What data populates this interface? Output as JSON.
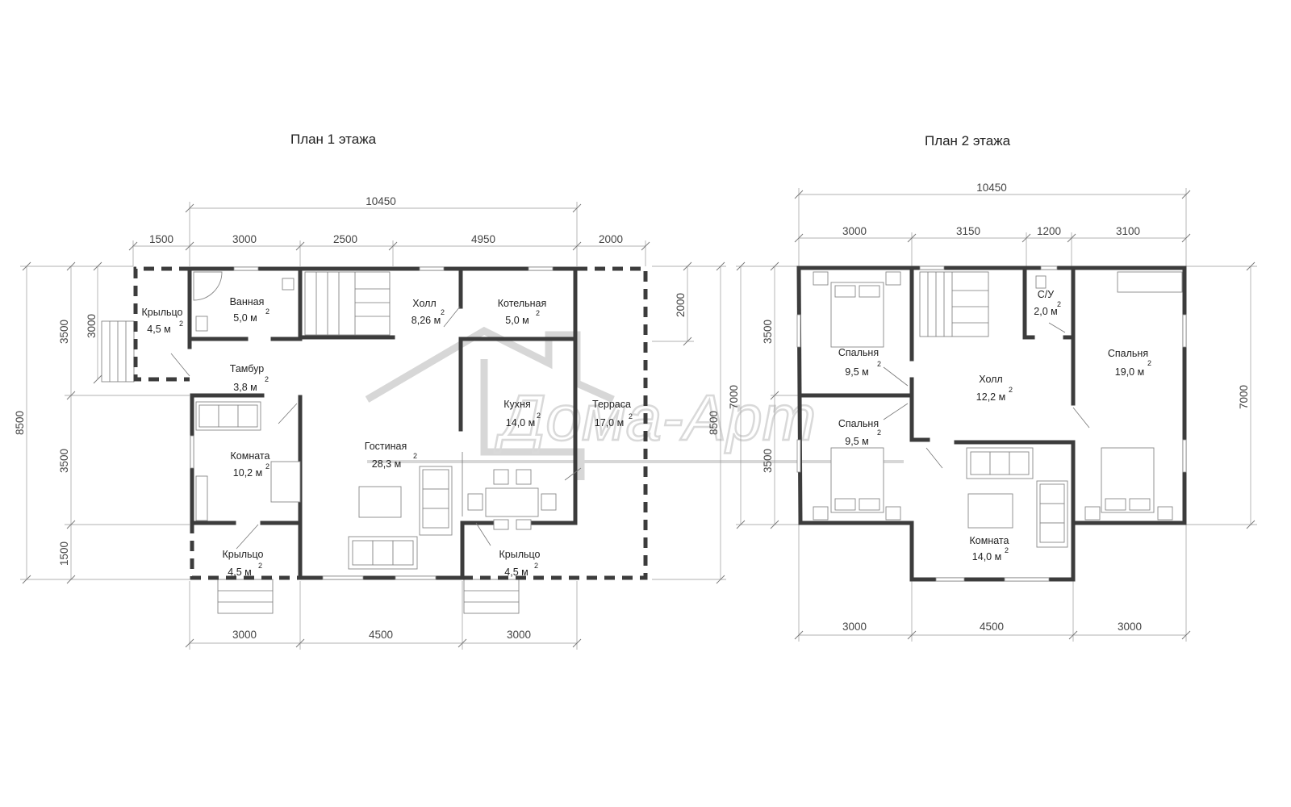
{
  "plan1": {
    "title": "План 1 этажа",
    "dims_top": {
      "overall": "10450",
      "d1": "1500",
      "d2": "3000",
      "d3": "2500",
      "d4": "4950",
      "d5": "2000"
    },
    "dims_bottom": {
      "d1": "3000",
      "d2": "4500",
      "d3": "3000"
    },
    "dims_left": {
      "overall": "8500",
      "d1": "3500",
      "d2": "3500",
      "d3": "1500",
      "porch": "3000"
    },
    "dims_right": {
      "overall": "8500",
      "d1": "2000"
    },
    "rooms": [
      {
        "name": "Крыльцо",
        "area": "4,5 м",
        "unit_power": "2"
      },
      {
        "name": "Ванная",
        "area": "5,0 м",
        "unit_power": "2"
      },
      {
        "name": "Холл",
        "area": "8,26 м",
        "unit_power": "2"
      },
      {
        "name": "Котельная",
        "area": "5,0 м",
        "unit_power": "2"
      },
      {
        "name": "Тамбур",
        "area": "3,8 м",
        "unit_power": "2"
      },
      {
        "name": "Кухня",
        "area": "14,0 м",
        "unit_power": "2"
      },
      {
        "name": "Терраса",
        "area": "17,0 м",
        "unit_power": "2"
      },
      {
        "name": "Гостиная",
        "area": "28,3 м",
        "unit_power": "2"
      },
      {
        "name": "Комната",
        "area": "10,2 м",
        "unit_power": "2"
      },
      {
        "name": "Крыльцо",
        "area": "4,5 м",
        "unit_power": "2"
      },
      {
        "name": "Крыльцо",
        "area": "4,5 м",
        "unit_power": "2"
      }
    ]
  },
  "plan2": {
    "title": "План 2 этажа",
    "dims_top": {
      "overall": "10450",
      "d1": "3000",
      "d2": "3150",
      "d3": "1200",
      "d4": "3100"
    },
    "dims_bottom": {
      "d1": "3000",
      "d2": "4500",
      "d3": "3000"
    },
    "dims_left": {
      "overall": "7000",
      "d1": "3500",
      "d2": "3500"
    },
    "dims_right": {
      "overall": "7000"
    },
    "rooms": [
      {
        "name": "С/У",
        "area": "2,0 м",
        "unit_power": "2"
      },
      {
        "name": "Спальня",
        "area": "9,5 м",
        "unit_power": "2"
      },
      {
        "name": "Спальня",
        "area": "19,0 м",
        "unit_power": "2"
      },
      {
        "name": "Холл",
        "area": "12,2 м",
        "unit_power": "2"
      },
      {
        "name": "Спальня",
        "area": "9,5 м",
        "unit_power": "2"
      },
      {
        "name": "Комната",
        "area": "14,0 м",
        "unit_power": "2"
      }
    ]
  },
  "watermark": "Дома-Арт"
}
